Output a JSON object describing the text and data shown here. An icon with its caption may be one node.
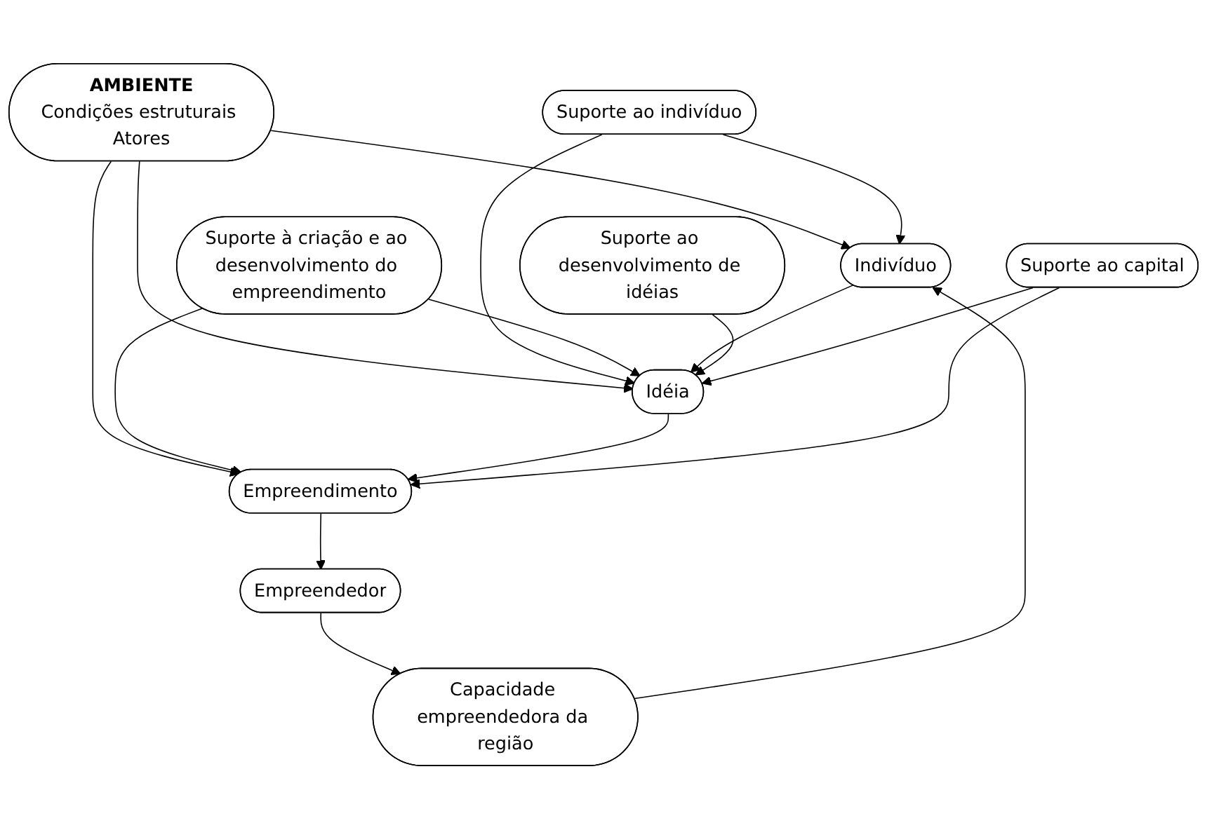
{
  "diagram": {
    "nodes": [
      {
        "text": [
          "AMBIENTE",
          "Condições estruturais Atores"
        ]
      },
      {
        "text": [
          "Suporte ao indivíduo"
        ]
      },
      {
        "text": [
          "Suporte à criação e ao desenvolvimento do empreendimento"
        ]
      },
      {
        "text": [
          "Indivíduo"
        ]
      },
      {
        "text": [
          "Idéia"
        ]
      },
      {
        "text": [
          "Empreendimento"
        ]
      },
      {
        "text": [
          "Suporte ao desenvolvimento de idéias"
        ]
      },
      {
        "text": [
          "Suporte ao capital"
        ]
      },
      {
        "text": [
          "Capacidade empreendedora da região"
        ]
      },
      {
        "text": [
          "Empreendedor"
        ]
      }
    ],
    "edges": [
      {
        "from": 0,
        "to": 3,
        "arrow": "to"
      },
      {
        "from": 0,
        "to": 4,
        "arrow": "to"
      },
      {
        "from": 0,
        "to": 5,
        "arrow": "to"
      },
      {
        "from": 1,
        "to": 3,
        "arrow": "to"
      },
      {
        "from": 1,
        "to": 4,
        "arrow": "to"
      },
      {
        "from": 2,
        "to": 4,
        "arrow": "to"
      },
      {
        "from": 2,
        "to": 5,
        "arrow": "to"
      },
      {
        "from": 3,
        "to": 4,
        "arrow": "to"
      },
      {
        "from": 4,
        "to": 5,
        "arrow": "to"
      },
      {
        "from": 6,
        "to": 4,
        "arrow": "to"
      },
      {
        "from": 7,
        "to": 4,
        "arrow": "to"
      },
      {
        "from": 7,
        "to": 5,
        "arrow": "to"
      },
      {
        "from": 5,
        "to": 9,
        "arrow": "to"
      },
      {
        "from": 9,
        "to": 8,
        "arrow": "to"
      },
      {
        "from": 8,
        "to": 3,
        "arrow": "to"
      }
    ]
  }
}
